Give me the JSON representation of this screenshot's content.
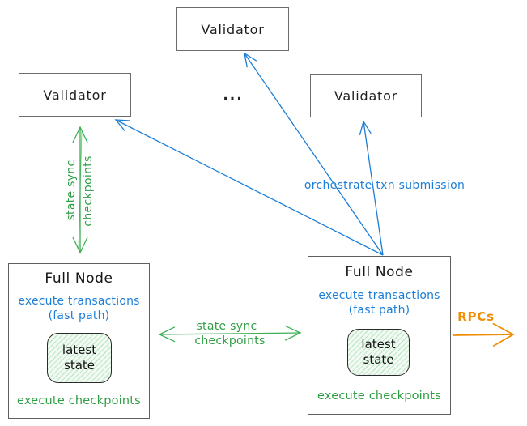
{
  "validators": [
    {
      "label": "Validator"
    },
    {
      "label": "Validator"
    },
    {
      "label": "Validator"
    }
  ],
  "ellipsis": "...",
  "full_nodes": [
    {
      "title": "Full Node",
      "exec_transactions": "execute transactions",
      "fast_path": "(fast path)",
      "state_box": {
        "line1": "latest",
        "line2": "state"
      },
      "exec_checkpoints": "execute checkpoints"
    },
    {
      "title": "Full Node",
      "exec_transactions": "execute transactions",
      "fast_path": "(fast path)",
      "state_box": {
        "line1": "latest",
        "line2": "state"
      },
      "exec_checkpoints": "execute checkpoints"
    }
  ],
  "edge_labels": {
    "orchestrate": "orchestrate txn submission",
    "left_sync_line1": "state sync",
    "left_sync_line2": "checkpoints",
    "mid_sync_line1": "state sync",
    "mid_sync_line2": "checkpoints",
    "rpcs": "RPCs"
  },
  "colors": {
    "blue": "#1c7ed6",
    "green_text": "#2f9e44",
    "green_arrow": "#3cb054",
    "orange": "#f08c00",
    "validator_border": "#6b6b6b",
    "fullnode_border": "#5f5f5f",
    "state_box_border": "#2b2b2b",
    "hatch_green": "#bfe8c9",
    "text_black": "#1f1f1f"
  }
}
